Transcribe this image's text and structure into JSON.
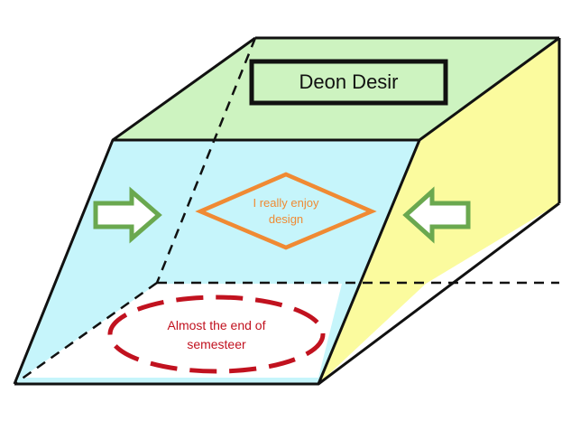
{
  "title_box": {
    "text": "Deon Desir"
  },
  "diamond_label": {
    "line1": "I really enjoy",
    "line2": "design"
  },
  "ellipse_label": {
    "line1": "Almost the end of",
    "line2": "semesteer"
  },
  "colors": {
    "top_face": "#cdf3c0",
    "front_face": "#c6f5fb",
    "right_face": "#fbfb9e",
    "bottom_face": "#ffffff",
    "edge": "#111111",
    "title_box_fill": "#cdf3c0",
    "diamond_stroke": "#f08a33",
    "diamond_text": "#f08a33",
    "ellipse_stroke": "#c1121f",
    "ellipse_text": "#c1121f",
    "arrow_stroke": "#6aa84f",
    "arrow_fill": "#ffffff"
  },
  "icons": {
    "left_arrow": "arrow-right-icon",
    "right_arrow": "arrow-left-icon"
  }
}
